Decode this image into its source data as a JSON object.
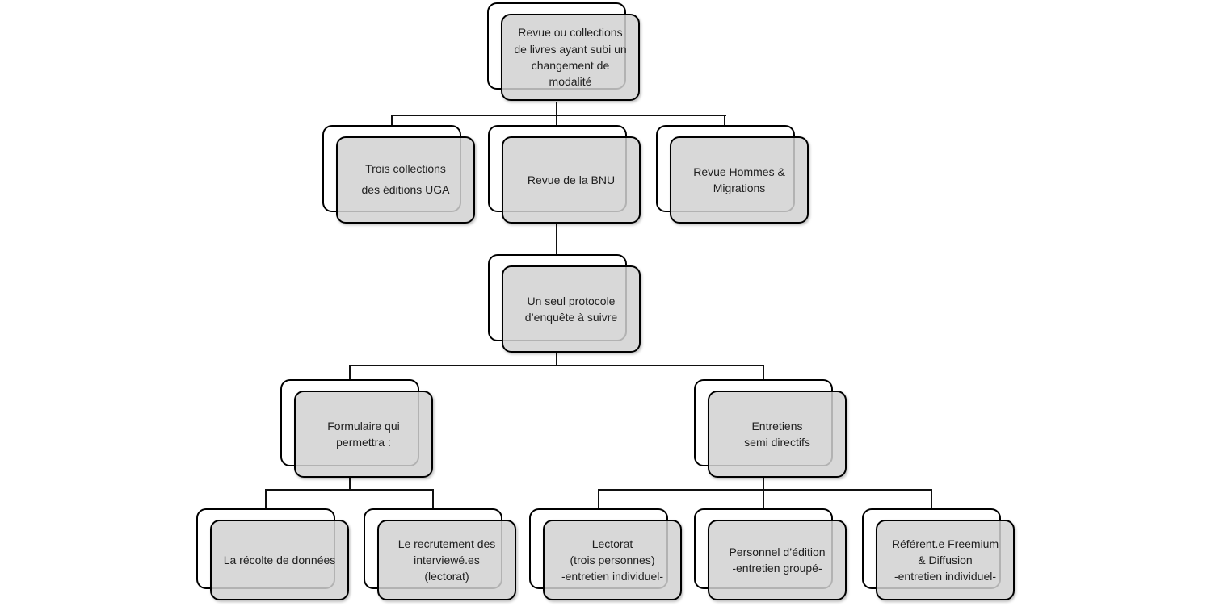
{
  "diagram": {
    "type": "hierarchy-flowchart",
    "language": "fr",
    "colors": {
      "box_fill": "#d2d2d2",
      "box_back_fill": "#ffffff",
      "box_border": "#000000",
      "connector": "#111111",
      "text": "#1f1f1f",
      "background": "#ffffff"
    },
    "nodes": [
      {
        "id": "root",
        "label": "Revue ou collections\nde livres ayant subi un\nchangement de\nmodalité"
      },
      {
        "id": "uga",
        "label": "Trois collections\ndes éditions UGA"
      },
      {
        "id": "bnu",
        "label": "Revue de la BNU"
      },
      {
        "id": "hommes",
        "label": "Revue Hommes &\nMigrations"
      },
      {
        "id": "protocole",
        "label": "Un seul protocole\nd’enquête à suivre"
      },
      {
        "id": "formulaire",
        "label": "Formulaire qui\npermettra :"
      },
      {
        "id": "entretiens",
        "label": "Entretiens\nsemi directifs"
      },
      {
        "id": "recolte",
        "label": "La récolte de données"
      },
      {
        "id": "recrutement",
        "label": "Le recrutement des\ninterviewé.es\n(lectorat)"
      },
      {
        "id": "lectorat",
        "label": "Lectorat\n(trois personnes)\n-entretien individuel-"
      },
      {
        "id": "personnel",
        "label": "Personnel d’édition\n-entretien groupé-"
      },
      {
        "id": "referent",
        "label": "Référent.e Freemium\n& Diffusion\n-entretien individuel-"
      }
    ],
    "edges": [
      {
        "from": "root",
        "to": "uga"
      },
      {
        "from": "root",
        "to": "bnu"
      },
      {
        "from": "root",
        "to": "hommes"
      },
      {
        "from": "bnu",
        "to": "protocole"
      },
      {
        "from": "protocole",
        "to": "formulaire"
      },
      {
        "from": "protocole",
        "to": "entretiens"
      },
      {
        "from": "formulaire",
        "to": "recolte"
      },
      {
        "from": "formulaire",
        "to": "recrutement"
      },
      {
        "from": "entretiens",
        "to": "lectorat"
      },
      {
        "from": "entretiens",
        "to": "personnel"
      },
      {
        "from": "entretiens",
        "to": "referent"
      }
    ]
  }
}
